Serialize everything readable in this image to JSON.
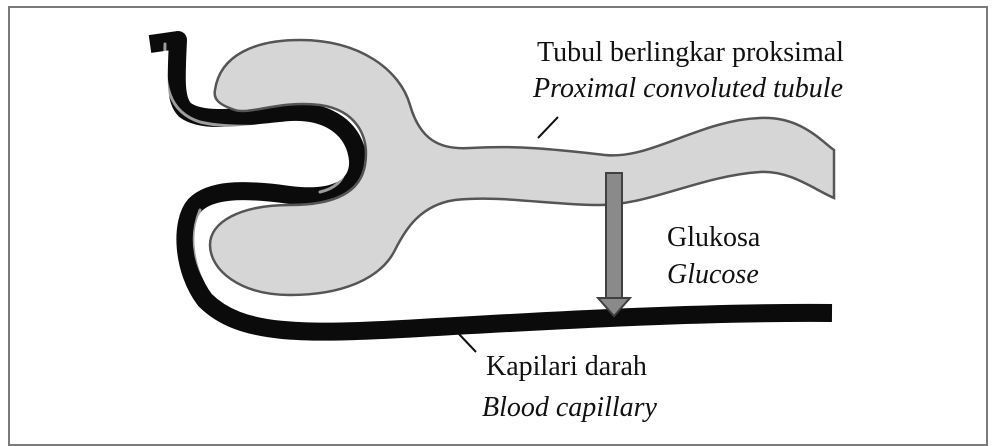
{
  "labels": {
    "tubule_malay": "Tubul berlingkar proksimal",
    "tubule_english": "Proximal convoluted tubule",
    "glucose_malay": "Glukosa",
    "glucose_english": "Glucose",
    "capillary_malay": "Kapilari darah",
    "capillary_english": "Blood capillary"
  },
  "colors": {
    "tubule_fill": "#d6d6d6",
    "tubule_outline": "#555555",
    "capillary": "#0b0b0b",
    "arrow_fill": "#8a8a8a",
    "arrow_outline": "#404040",
    "border": "#7a7a7a"
  }
}
